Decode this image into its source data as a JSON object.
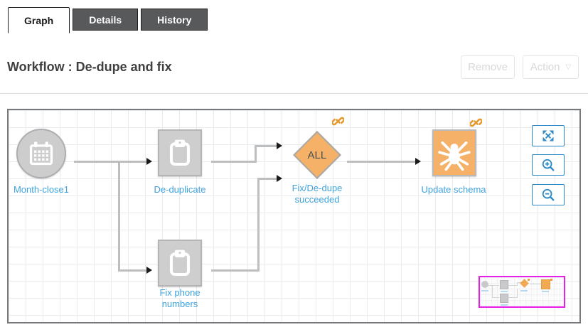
{
  "tabs": [
    {
      "label": "Graph",
      "active": true
    },
    {
      "label": "Details",
      "active": false
    },
    {
      "label": "History",
      "active": false
    }
  ],
  "header": {
    "title": "Workflow : De-dupe and fix",
    "remove_label": "Remove",
    "action_label": "Action",
    "action_caret": "▽"
  },
  "workflow": {
    "nodes": [
      {
        "id": "month-close1",
        "type": "schedule-circle",
        "icon": "calendar-icon",
        "label": "Month-close1"
      },
      {
        "id": "de-duplicate",
        "type": "task-square",
        "icon": "clipboard-icon",
        "label": "De-duplicate"
      },
      {
        "id": "fix-phone-numbers",
        "type": "task-square",
        "icon": "clipboard-icon",
        "label": "Fix phone numbers"
      },
      {
        "id": "fix-dedupe-succeeded",
        "type": "decision-diamond",
        "icon": "none",
        "text": "ALL",
        "label": "Fix/De-dupe succeeded",
        "badge": "orange-link-badge-icon"
      },
      {
        "id": "update-schema",
        "type": "task-square-orange",
        "icon": "spider-icon",
        "label": "Update schema",
        "badge": "orange-link-badge-icon"
      }
    ],
    "controls": [
      {
        "id": "fit",
        "icon": "expand-arrows-icon"
      },
      {
        "id": "zoom-in",
        "icon": "zoom-in-icon"
      },
      {
        "id": "zoom-out",
        "icon": "zoom-out-icon"
      }
    ],
    "minimap": {
      "border_color": "#e81de8"
    }
  },
  "colors": {
    "tab_inactive_bg": "#58595b",
    "node_gray": "#cecece",
    "node_orange": "#f5b168",
    "label_blue": "#3fa2df",
    "control_blue": "#2b87c8",
    "connector_gray": "#bdbebf",
    "minimap_magenta": "#e81de8"
  }
}
